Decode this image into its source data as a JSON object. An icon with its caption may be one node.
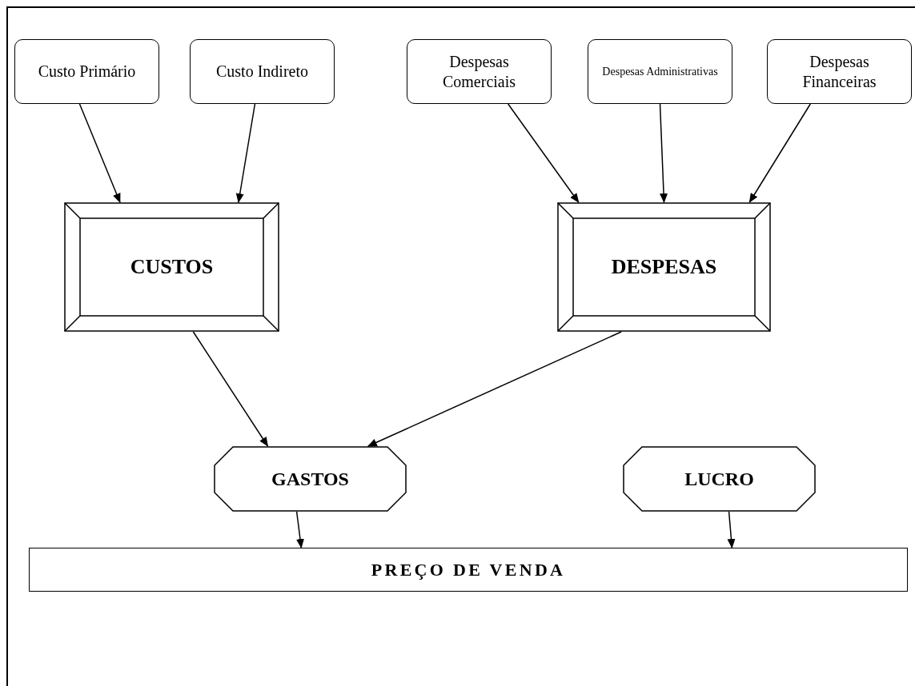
{
  "diagram": {
    "nodes": [
      {
        "text": [
          "Custo Primário"
        ]
      },
      {
        "text": [
          "Custo Indireto"
        ]
      },
      {
        "text": [
          "Despesas Comerciais"
        ]
      },
      {
        "text": [
          "Despesas Administrativas"
        ]
      },
      {
        "text": [
          "Despesas Financeiras"
        ]
      },
      {
        "text": [
          "CUSTOS"
        ]
      },
      {
        "text": [
          "DESPESAS"
        ]
      },
      {
        "text": [
          "GASTOS"
        ]
      },
      {
        "text": [
          "LUCRO"
        ]
      },
      {
        "text": [
          "PREÇO DE VENDA"
        ]
      }
    ],
    "edges": [
      {
        "from": 0,
        "to": 5,
        "arrow": "to"
      },
      {
        "from": 1,
        "to": 5,
        "arrow": "to"
      },
      {
        "from": 2,
        "to": 6,
        "arrow": "to"
      },
      {
        "from": 3,
        "to": 6,
        "arrow": "to"
      },
      {
        "from": 4,
        "to": 6,
        "arrow": "to"
      },
      {
        "from": 5,
        "to": 7,
        "arrow": "to"
      },
      {
        "from": 6,
        "to": 7,
        "arrow": "to"
      },
      {
        "from": 7,
        "to": 9,
        "arrow": "to"
      },
      {
        "from": 8,
        "to": 9,
        "arrow": "to"
      }
    ]
  }
}
